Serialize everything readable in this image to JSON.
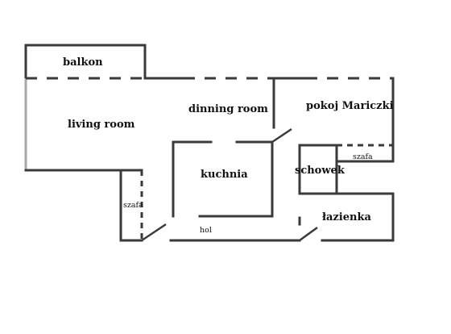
{
  "rooms": {
    "balkon": "balkon",
    "dinning_room": "dinning room",
    "pokoj_mariczki": "pokoj Mariczki",
    "living_room": "living room",
    "kuchnia": "kuchnia",
    "schowek": "schowek",
    "szafa_right": "szafa",
    "szafa_left": "szafa",
    "lazienka": "łazienka",
    "hol": "hol"
  },
  "colors": {
    "wall": "#3a3a3a",
    "exterior_left_wall": "#a8a8a8",
    "background": "#ffffff"
  }
}
